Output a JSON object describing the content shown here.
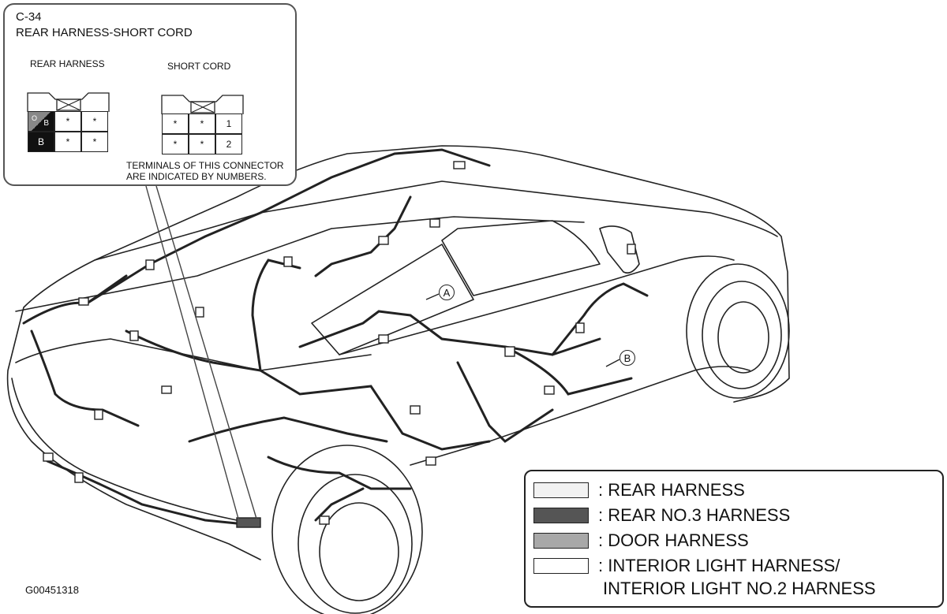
{
  "callout": {
    "connector_id": "C-34",
    "connector_name": "REAR HARNESS-SHORT CORD",
    "left_label": "REAR HARNESS",
    "right_label": "SHORT CORD",
    "left_pins": [
      "B",
      "*",
      "*",
      "B",
      "*",
      "*"
    ],
    "left_wire_colors": {
      "top": "O",
      "bottom": "B"
    },
    "right_pins": [
      "*",
      "*",
      "1",
      "*",
      "*",
      "2"
    ],
    "note_line1": "TERMINALS OF THIS CONNECTOR",
    "note_line2": "ARE INDICATED BY NUMBERS."
  },
  "markers": {
    "a": "A",
    "b": "B"
  },
  "legend": {
    "rear": ": REAR HARNESS",
    "rear3": ": REAR NO.3 HARNESS",
    "door": ": DOOR HARNESS",
    "interior_line1": ": INTERIOR LIGHT HARNESS/",
    "interior_line2": "INTERIOR LIGHT NO.2 HARNESS",
    "colors": {
      "rear": "#f2f2f2",
      "rear3": "#555555",
      "door": "#a8a8a8",
      "interior": "#ffffff"
    }
  },
  "figure_id": "G00451318"
}
